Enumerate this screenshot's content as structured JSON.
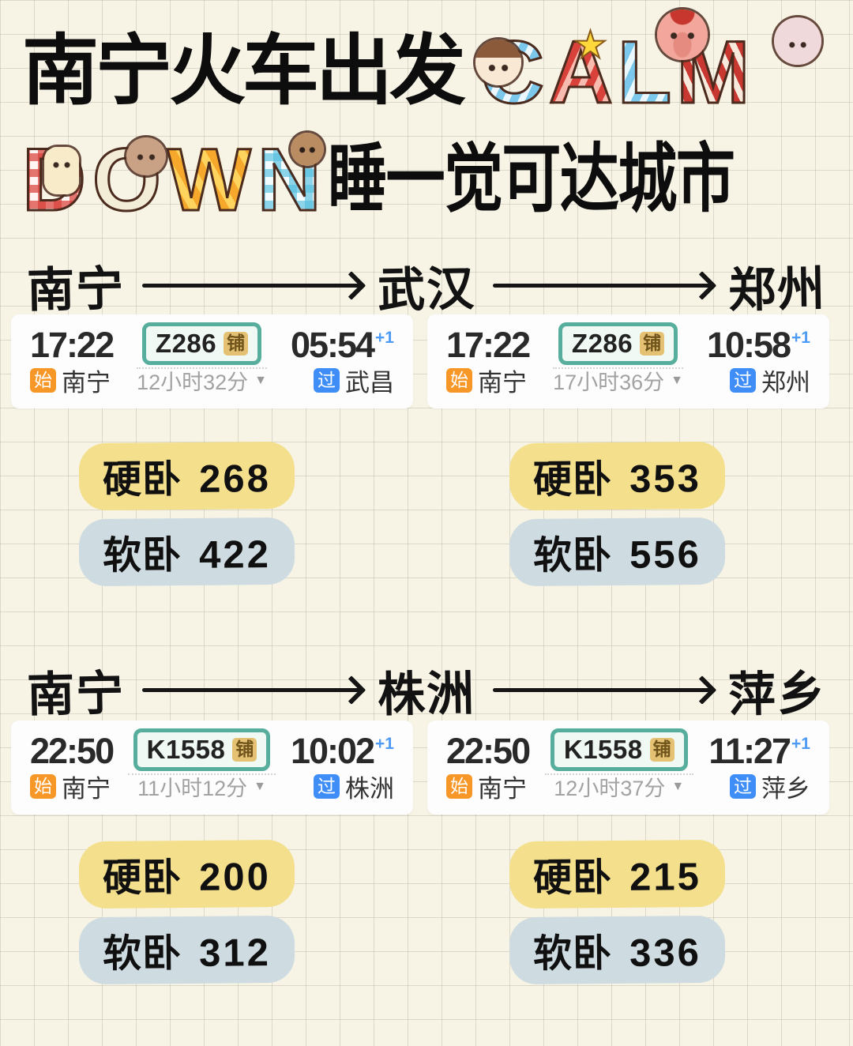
{
  "title": {
    "line1_cn": "南宁火车出发",
    "calm_letters": [
      "C",
      "A",
      "L",
      "M"
    ],
    "down_letters": [
      "D",
      "O",
      "W",
      "N"
    ],
    "line2_cn": "睡一觉可达城市"
  },
  "icons": {
    "dropdown": "▼",
    "star": "★"
  },
  "colors": {
    "background": "#F7F4E6",
    "grid_line": "#DDD9C8",
    "card_bg": "#FCFDFC",
    "train_pill_border_teal": "#58AE9C",
    "origin_tag_orange": "#F79727",
    "pass_tag_blue": "#3F8EF7",
    "plus_one_blue": "#4D9BF5",
    "berth_badge_gold": "#E5C173",
    "hard_sleeper_pill_yellow": "#F4DF8D",
    "soft_sleeper_pill_blue": "#CEDBE1"
  },
  "sections": [
    {
      "route_stops": [
        "南宁",
        "武汉",
        "郑州"
      ],
      "cards": [
        {
          "depart_time": "17:22",
          "train_no": "Z286",
          "berth_tag": "铺",
          "arrive_time": "05:54",
          "arrive_plus": "+1",
          "origin_tag": "始",
          "origin": "南宁",
          "duration": "12小时32分",
          "pass_tag": "过",
          "pass": "武昌"
        },
        {
          "depart_time": "17:22",
          "train_no": "Z286",
          "berth_tag": "铺",
          "arrive_time": "10:58",
          "arrive_plus": "+1",
          "origin_tag": "始",
          "origin": "南宁",
          "duration": "17小时36分",
          "pass_tag": "过",
          "pass": "郑州"
        }
      ],
      "prices": [
        {
          "hard_label": "硬卧",
          "hard_value": "268",
          "soft_label": "软卧",
          "soft_value": "422"
        },
        {
          "hard_label": "硬卧",
          "hard_value": "353",
          "soft_label": "软卧",
          "soft_value": "556"
        }
      ]
    },
    {
      "route_stops": [
        "南宁",
        "株洲",
        "萍乡"
      ],
      "cards": [
        {
          "depart_time": "22:50",
          "train_no": "K1558",
          "berth_tag": "铺",
          "arrive_time": "10:02",
          "arrive_plus": "+1",
          "origin_tag": "始",
          "origin": "南宁",
          "duration": "11小时12分",
          "pass_tag": "过",
          "pass": "株洲"
        },
        {
          "depart_time": "22:50",
          "train_no": "K1558",
          "berth_tag": "铺",
          "arrive_time": "11:27",
          "arrive_plus": "+1",
          "origin_tag": "始",
          "origin": "南宁",
          "duration": "12小时37分",
          "pass_tag": "过",
          "pass": "萍乡"
        }
      ],
      "prices": [
        {
          "hard_label": "硬卧",
          "hard_value": "200",
          "soft_label": "软卧",
          "soft_value": "312"
        },
        {
          "hard_label": "硬卧",
          "hard_value": "215",
          "soft_label": "软卧",
          "soft_value": "336"
        }
      ]
    }
  ]
}
